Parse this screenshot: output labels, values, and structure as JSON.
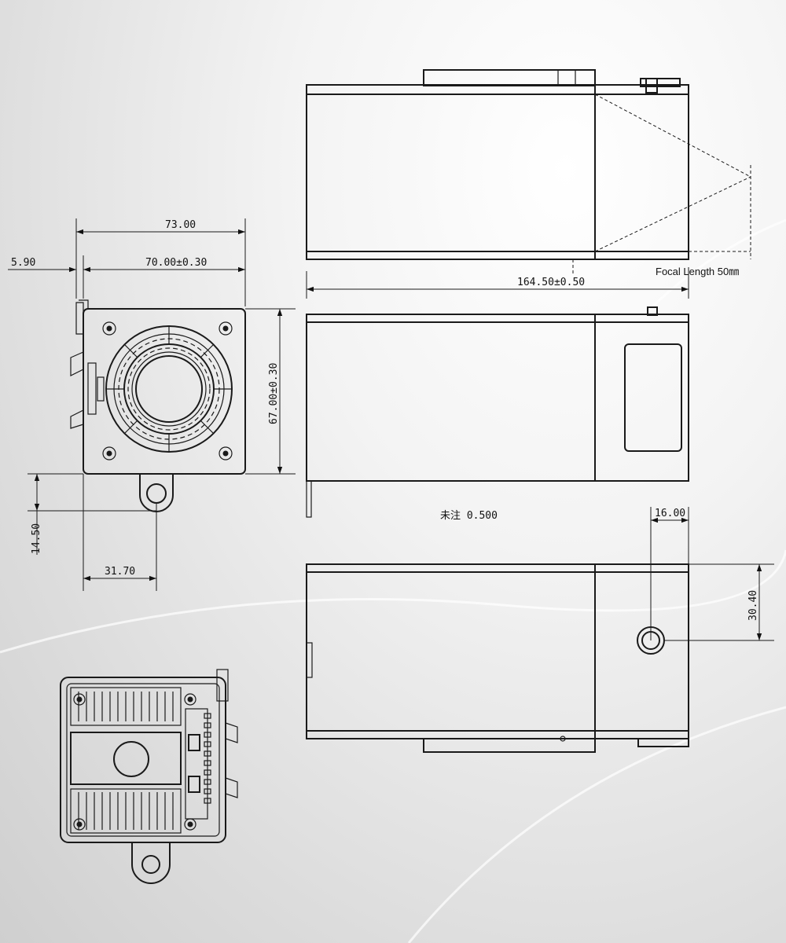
{
  "dimensions": {
    "width_73": "73.00",
    "offset_5_90": "5.90",
    "width_70": "70.00±0.30",
    "height_67": "67.00±0.30",
    "drop_14_50": "14.50",
    "offset_31_70": "31.70",
    "length_164_50": "164.50±0.50",
    "offset_16": "16.00",
    "height_30_40": "30.40",
    "tolerance_note": "未注 0.500"
  },
  "annotations": {
    "focal_length": "Focal Length 50㎜"
  },
  "icons": [
    "fan-icon",
    "mount-hole-icon",
    "screw-icon",
    "lens-icon",
    "connector-icon"
  ]
}
